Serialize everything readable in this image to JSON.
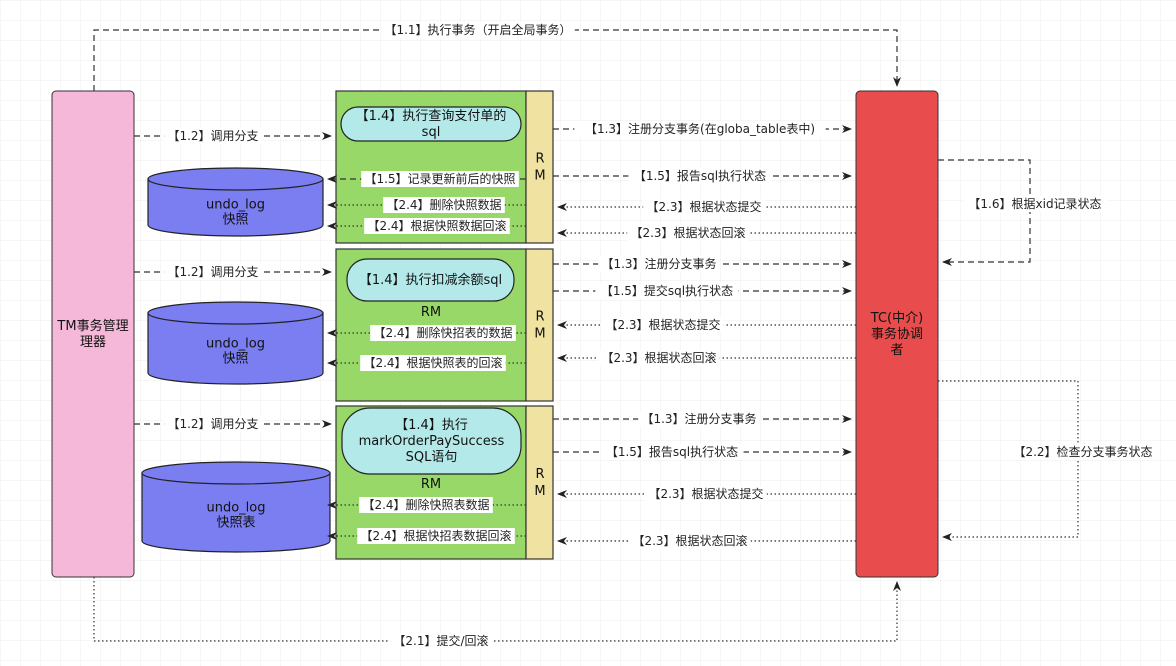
{
  "colors": {
    "tm": "#f5b8d9",
    "tc": "#e84c4c",
    "rm_box": "#98d868",
    "rm_bar": "#f0e2a0",
    "pill": "#b4e9ea",
    "db": "#7b7ef0"
  },
  "tm": {
    "lines": [
      "TM事务管理",
      "理器"
    ]
  },
  "tc": {
    "lines": [
      "TC(中介)",
      "事务协调",
      "者"
    ]
  },
  "top_arrow": "【1.1】执行事务（开启全局事务）",
  "bottom_arrow": "【2.1】提交/回滚",
  "tc_self": "【1.6】根据xid记录状态",
  "tc_check": "【2.2】检查分支事务状态",
  "branches": [
    {
      "pill": [
        "【1.4】执行查询支付单的",
        "sql"
      ],
      "rm_bar": [
        "R",
        "M"
      ],
      "rm_label": "",
      "db": [
        "undo_log",
        "快照"
      ],
      "call": "【1.2】调用分支",
      "snapshot": "【1.5】记录更新前后的快照",
      "del": "【2.4】删除快照数据",
      "rollback": "【2.4】根据快照数据回滚",
      "register": "【1.3】注册分支事务(在globa_table表中)",
      "report": "【1.5】报告sql执行状态",
      "commit": "【2.3】根据状态提交",
      "rb": "【2.3】根据状态回滚"
    },
    {
      "pill": [
        "【1.4】执行扣减余额sql"
      ],
      "rm_bar": [
        "R",
        "M"
      ],
      "rm_label": "RM",
      "db": [
        "undo_log",
        "快照"
      ],
      "call": "【1.2】调用分支",
      "snapshot": "",
      "del": "【2.4】删除快招表的数据",
      "rollback": "【2.4】根据快照表的回滚",
      "register": "【1.3】注册分支事务",
      "report": "【1.5】提交sql执行状态",
      "commit": "【2.3】根据状态提交",
      "rb": "【2.3】根据状态回滚"
    },
    {
      "pill": [
        "【1.4】执行",
        "markOrderPaySuccess",
        "SQL语句"
      ],
      "rm_bar": [
        "R",
        "M"
      ],
      "rm_label": "RM",
      "db": [
        "undo_log",
        "快照表"
      ],
      "call": "【1.2】调用分支",
      "snapshot": "",
      "del": "【2.4】删除快照表数据",
      "rollback": "【2.4】根据快招表数据回滚",
      "register": "【1.3】注册分支事务",
      "report": "【1.5】报告sql执行状态",
      "commit": "【2.3】根据状态提交",
      "rb": "【2.3】根据状态回滚"
    }
  ]
}
